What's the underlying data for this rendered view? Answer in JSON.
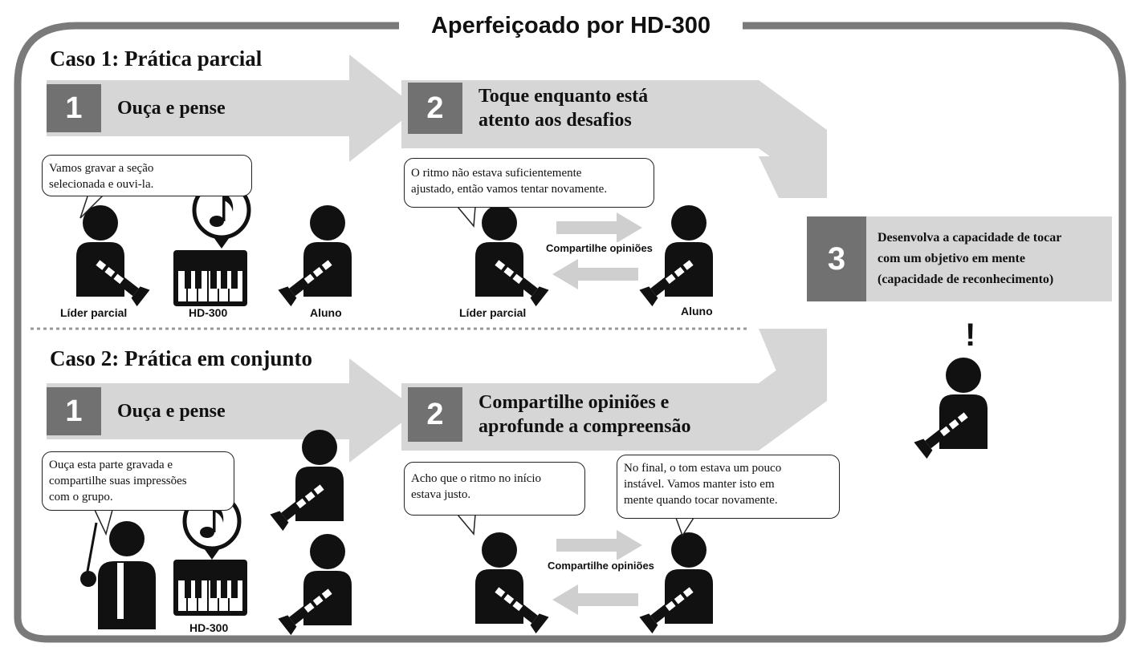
{
  "title": "Aperfeiçoado por HD-300",
  "case1": {
    "title": "Caso 1: Prática parcial",
    "step1": {
      "number": "1",
      "label": "Ouça e pense"
    },
    "step2": {
      "number": "2",
      "label_line1": "Toque enquanto está",
      "label_line2": "atento aos desafios"
    },
    "bubble1": {
      "line1": "Vamos gravar a seção",
      "line2": "selecionada e ouvi-la."
    },
    "bubble2": {
      "line1": "O ritmo não estava suficientemente",
      "line2": "ajustado, então vamos tentar novamente."
    },
    "captions": {
      "leader": "Líder parcial",
      "device": "HD-300",
      "student": "Aluno",
      "leader2": "Líder parcial",
      "student2": "Aluno"
    },
    "share_label": "Compartilhe opiniões"
  },
  "case2": {
    "title": "Caso 2: Prática em conjunto",
    "step1": {
      "number": "1",
      "label": "Ouça e pense"
    },
    "step2": {
      "number": "2",
      "label_line1": "Compartilhe opiniões e",
      "label_line2": "aprofunde a compreensão"
    },
    "bubble1": {
      "line1": "Ouça esta parte gravada e",
      "line2": "compartilhe suas impressões",
      "line3": "com o grupo."
    },
    "bubble2": {
      "line1": "Acho que o ritmo no início",
      "line2": "estava justo."
    },
    "bubble3": {
      "line1": "No final, o tom estava um pouco",
      "line2": "instável. Vamos manter isto em",
      "line3": "mente quando tocar novamente."
    },
    "captions": {
      "device": "HD-300"
    },
    "share_label": "Compartilhe opiniões"
  },
  "step3": {
    "number": "3",
    "line1": "Desenvolva a capacidade de tocar",
    "line2": "com um objetivo em mente",
    "line3": "(capacidade de reconhecimento)"
  },
  "exclamation": "!",
  "colors": {
    "frame": "#7a7a7a",
    "arrow": "#d6d6d6",
    "step_number": "#717171",
    "text": "#111111"
  },
  "icons": [
    "eighth-note-icon",
    "keyboard-icon",
    "clarinet-player-icon",
    "conductor-icon",
    "arrow-right-icon",
    "arrow-left-icon"
  ]
}
